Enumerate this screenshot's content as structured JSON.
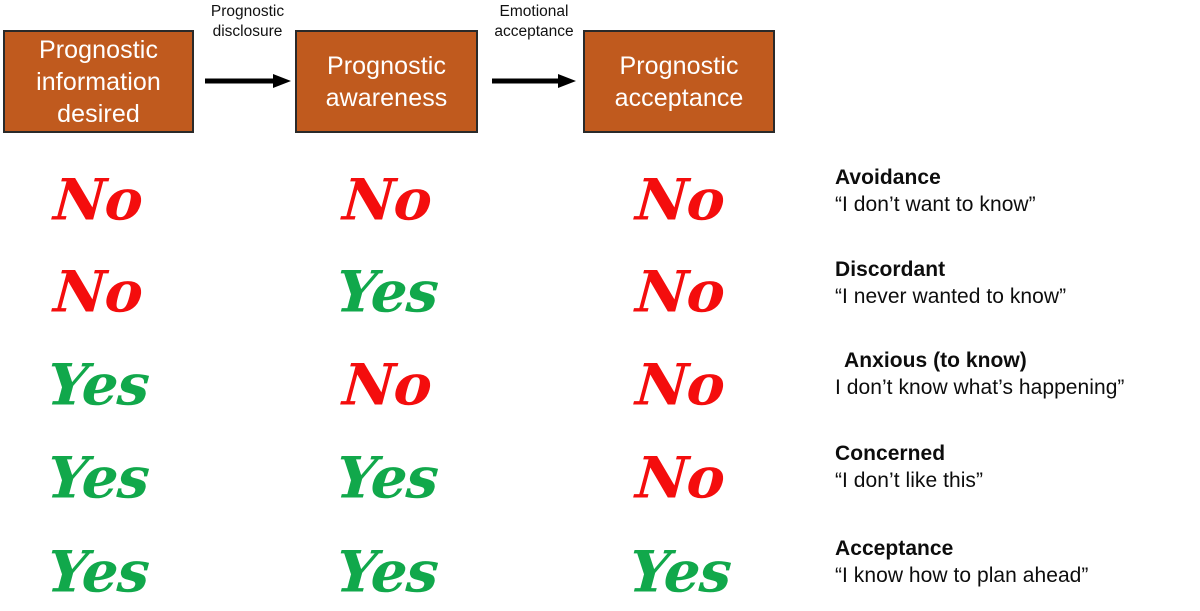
{
  "diagram": {
    "title": "Prognostic awareness pathway",
    "colors": {
      "box_fill": "#C05A1E",
      "box_border": "#2a2a2a",
      "box_text": "#FFFFFF",
      "yes": "#11A84B",
      "no": "#F40D0D",
      "label_text": "#111111",
      "background": "#FFFFFF"
    }
  },
  "flow": {
    "boxes": [
      {
        "label": "Prognostic\ninformation\ndesired"
      },
      {
        "label": "Prognostic\nawareness"
      },
      {
        "label": "Prognostic\nacceptance"
      }
    ],
    "transitions": [
      {
        "label": "Prognostic\ndisclosure",
        "icon": "arrow-right-icon"
      },
      {
        "label": "Emotional\nacceptance",
        "icon": "arrow-right-icon"
      }
    ]
  },
  "columns": [
    "Prognostic information desired",
    "Prognostic awareness",
    "Prognostic acceptance"
  ],
  "rows": [
    {
      "answers": [
        "No",
        "No",
        "No"
      ],
      "title": "Avoidance",
      "quote": "“I don’t want to know”",
      "indent": false
    },
    {
      "answers": [
        "No",
        "Yes",
        "No"
      ],
      "title": "Discordant",
      "quote": "“I never wanted to know”",
      "indent": false
    },
    {
      "answers": [
        "Yes",
        "No",
        "No"
      ],
      "title": "Anxious (to know)",
      "quote": "I don’t know what’s happening”",
      "indent": true
    },
    {
      "answers": [
        "Yes",
        "Yes",
        "No"
      ],
      "title": "Concerned",
      "quote": "“I don’t like this”",
      "indent": false
    },
    {
      "answers": [
        "Yes",
        "Yes",
        "Yes"
      ],
      "title": "Acceptance",
      "quote": "“I know how to plan ahead”",
      "indent": false
    }
  ]
}
